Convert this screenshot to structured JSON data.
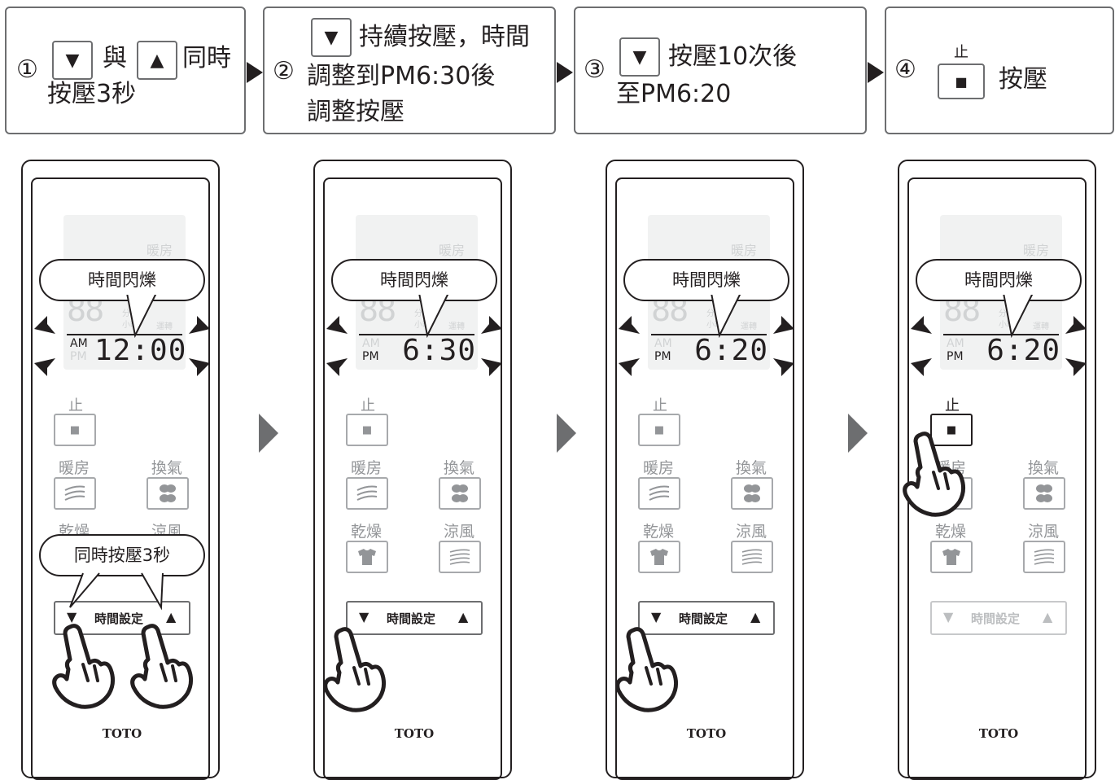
{
  "steps": [
    {
      "num": "①",
      "line2": "按壓3秒",
      "and": "與",
      "same_time": "同時",
      "btn_down": "▼",
      "btn_up": "▲"
    },
    {
      "num": "②",
      "line1": "持續按壓，時間",
      "line2": "調整到PM6:30後",
      "line3": "調整按壓",
      "btn_down": "▼"
    },
    {
      "num": "③",
      "line1": "按壓10次後",
      "line2": "至PM6:20",
      "btn_down": "▼"
    },
    {
      "num": "④",
      "label": "按壓",
      "stop_label": "止",
      "stop_symbol": "■"
    }
  ],
  "remote": {
    "heat": "暖房",
    "vent": "換氣",
    "dry": "乾燥",
    "cool": "涼風",
    "stop": "止",
    "stop_symbol": "■",
    "timer": "時間設定",
    "down": "▼",
    "up": "▲",
    "brand": "TOTO",
    "lcd_digits": "88",
    "lcd_min": "分鐘",
    "lcd_hour": "小時",
    "lcd_run": "運轉",
    "am": "AM",
    "pm": "PM",
    "lcd_heat": "暖房"
  },
  "remotes": [
    {
      "time": "12:00",
      "bubble": "時間閃爍",
      "bubble2": "同時按壓3秒"
    },
    {
      "time": "6:30",
      "bubble": "時間閃爍"
    },
    {
      "time": "6:20",
      "bubble": "時間閃爍"
    },
    {
      "time": "6:20",
      "bubble": "時間閃爍"
    }
  ],
  "colors": {
    "ink": "#231f20",
    "gray": "#6d6e70",
    "light": "#c7c8ca",
    "lcd": "#e6e7e8"
  }
}
